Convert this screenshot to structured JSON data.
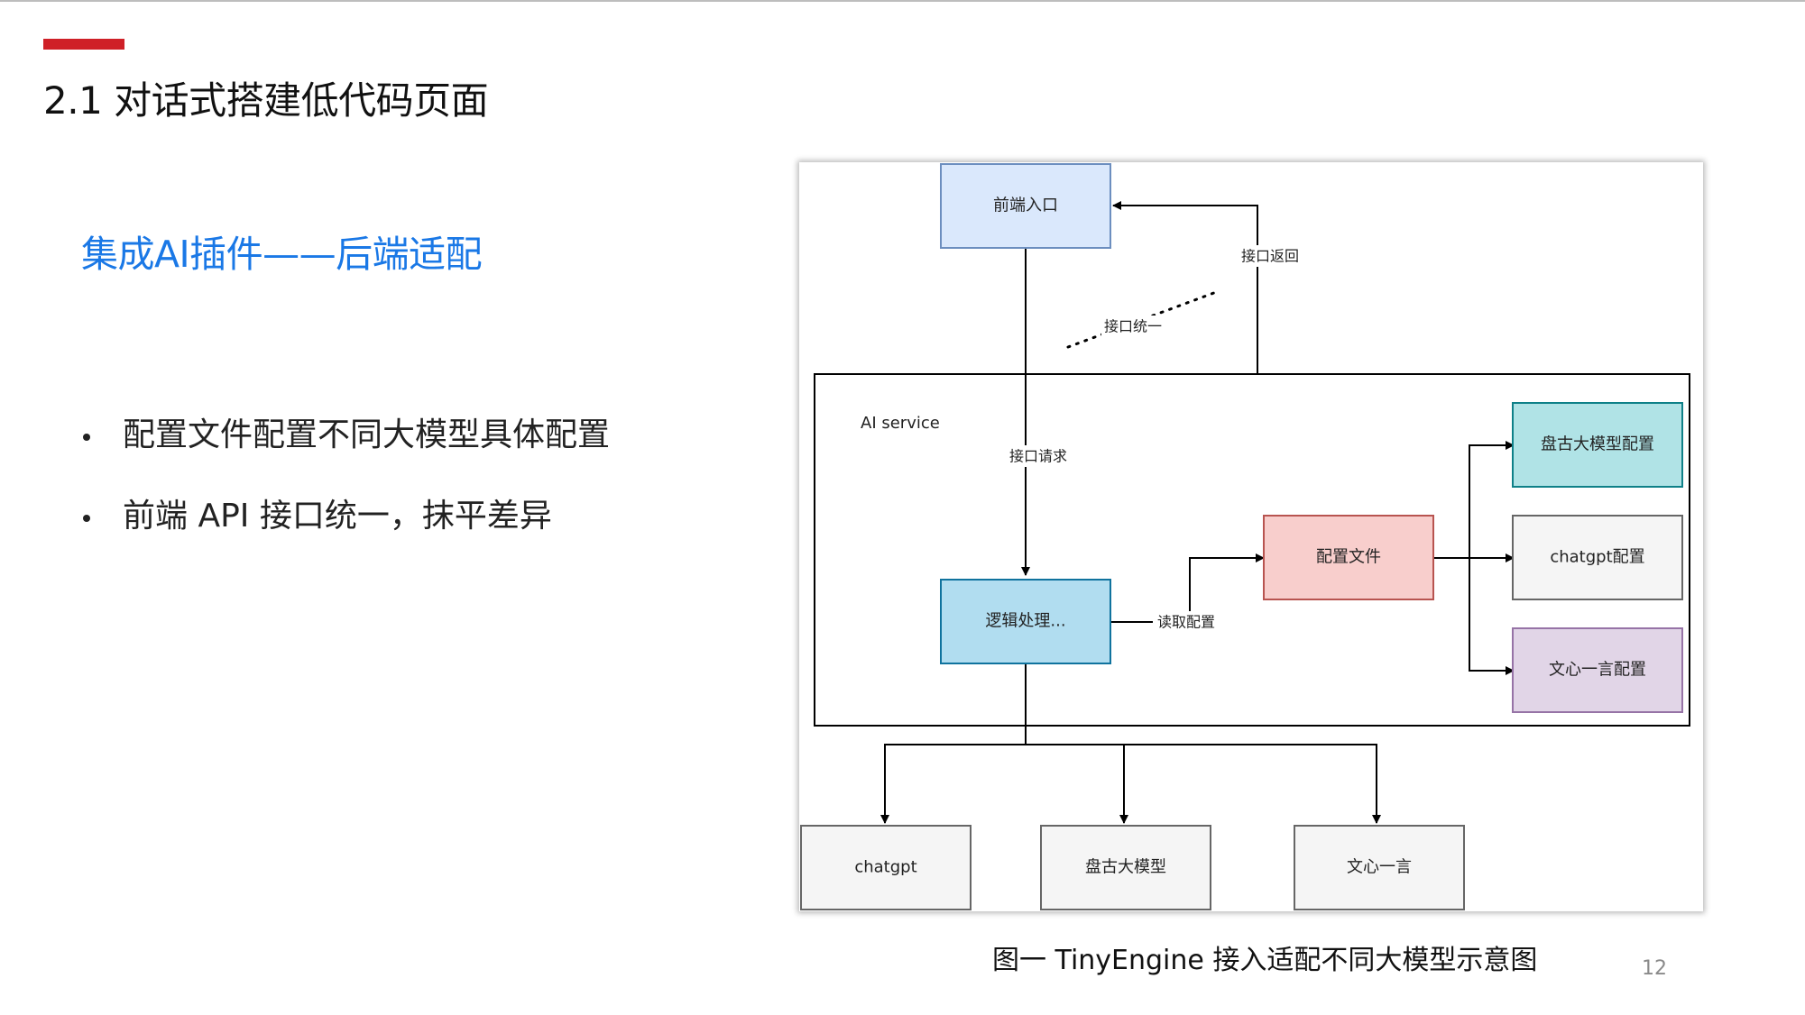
{
  "slide": {
    "title": "2.1 对话式搭建低代码页面",
    "subtitle": "集成AI插件——后端适配",
    "bullets": [
      "配置文件配置不同大模型具体配置",
      "前端 API 接口统一，抹平差异"
    ],
    "caption": "图一  TinyEngine 接入适配不同大模型示意图",
    "page_number": "12"
  },
  "diagram": {
    "service_label": "AI service",
    "nodes": {
      "frontend": "前端入口",
      "logic": "逻辑处理...",
      "config_file": "配置文件",
      "pangu_config": "盘古大模型配置",
      "chatgpt_config": "chatgpt配置",
      "wenxin_config": "文心一言配置",
      "chatgpt": "chatgpt",
      "pangu": "盘古大模型",
      "wenxin": "文心一言"
    },
    "edge_labels": {
      "return": "接口返回",
      "unify": "接口统一",
      "request": "接口请求",
      "read_config": "读取配置"
    }
  },
  "colors": {
    "accent_red": "#cf2027",
    "subtitle_blue": "#1a78e6",
    "frontend_fill": "#dae8fc",
    "logic_fill": "#b1ddf0",
    "config_file_fill": "#f8cecc",
    "pangu_config_fill": "#b0e3e6",
    "gray_fill": "#f5f5f5",
    "wenxin_config_fill": "#e1d5e7"
  }
}
